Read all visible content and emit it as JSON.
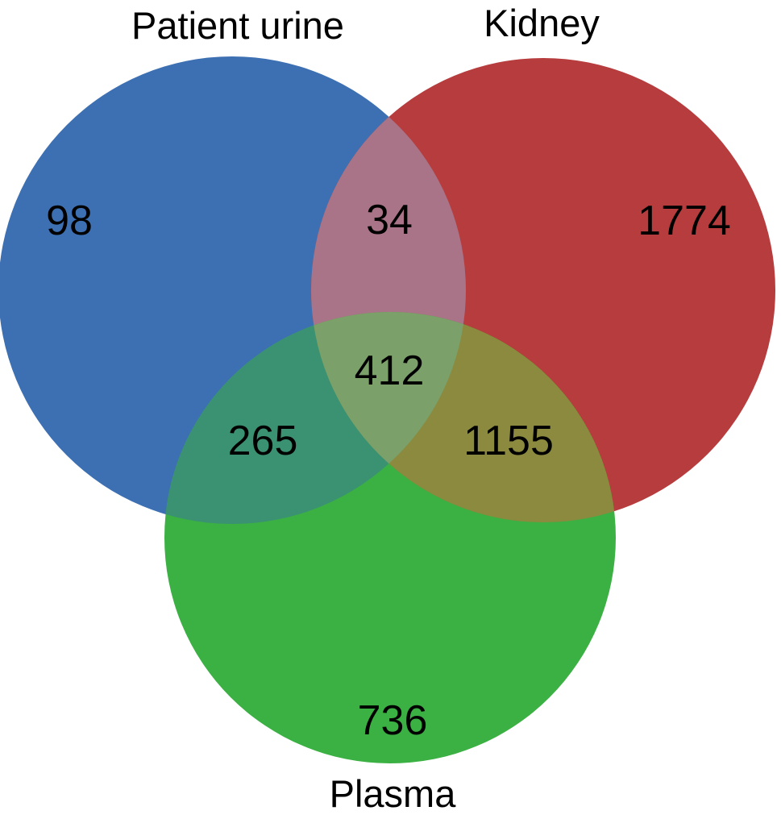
{
  "chart_data": {
    "type": "venn",
    "title": "",
    "legend_position": "none",
    "grid": false,
    "set_labels": {
      "urine": "Patient urine",
      "kidney": "Kidney",
      "plasma": "Plasma"
    },
    "sets": [
      {
        "name": "Patient urine",
        "color": "#3d70b2"
      },
      {
        "name": "Kidney",
        "color": "#b63c3d"
      },
      {
        "name": "Plasma",
        "color": "#3bb043"
      }
    ],
    "regions": [
      {
        "sets": [
          "Patient urine"
        ],
        "value": 98
      },
      {
        "sets": [
          "Kidney"
        ],
        "value": 1774
      },
      {
        "sets": [
          "Plasma"
        ],
        "value": 736
      },
      {
        "sets": [
          "Patient urine",
          "Kidney"
        ],
        "value": 34
      },
      {
        "sets": [
          "Patient urine",
          "Plasma"
        ],
        "value": 265
      },
      {
        "sets": [
          "Kidney",
          "Plasma"
        ],
        "value": 1155
      },
      {
        "sets": [
          "Patient urine",
          "Kidney",
          "Plasma"
        ],
        "value": 412
      }
    ],
    "counts": {
      "urine_only": "98",
      "kidney_only": "1774",
      "plasma_only": "736",
      "urine_kidney": "34",
      "urine_plasma": "265",
      "kidney_plasma": "1155",
      "urine_kidney_plasma": "412"
    },
    "colors": {
      "urine": "#3d70b2",
      "kidney": "#b63c3d",
      "plasma": "#3bb043",
      "urine_kidney": "#a97487",
      "urine_plasma": "#3a9272",
      "kidney_plasma": "#8b8a3e",
      "urine_kidney_plasma": "#7ba06a",
      "text": "#000000",
      "background": "#ffffff"
    }
  }
}
